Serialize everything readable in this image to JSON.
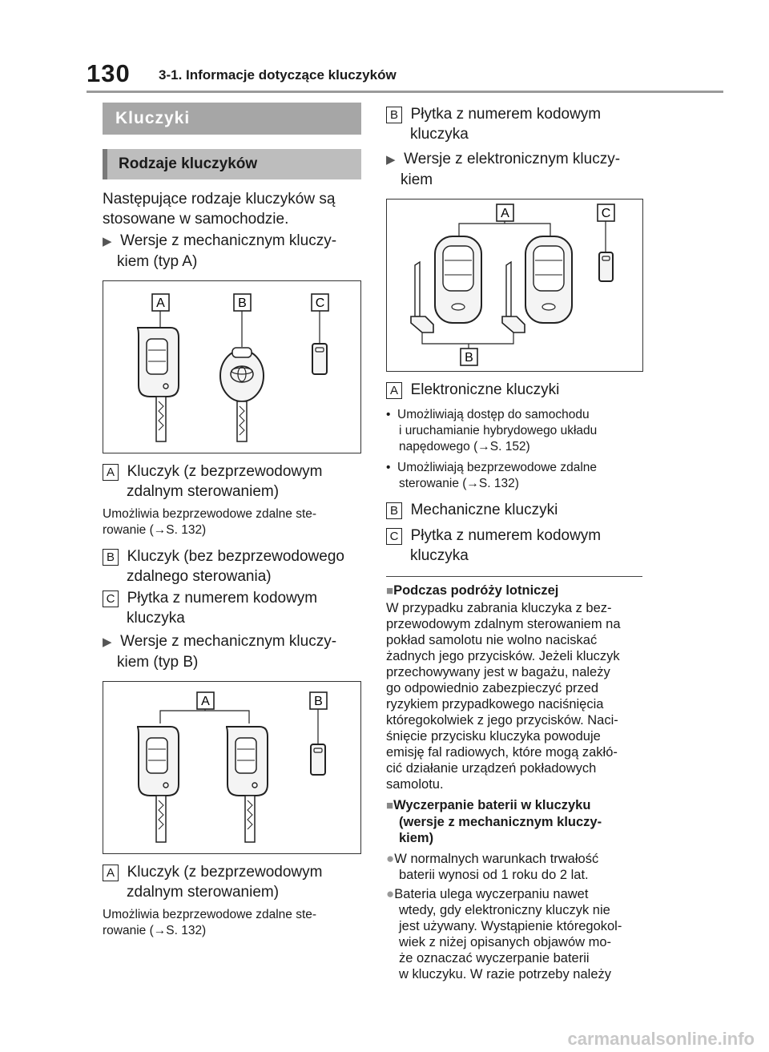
{
  "header": {
    "page_number": "130",
    "chapter": "3-1. Informacje dotyczące kluczyków"
  },
  "left": {
    "section_title": "Kluczyki",
    "subsection_title": "Rodzaje kluczyków",
    "intro": [
      "Następujące rodzaje kluczyków są",
      "stosowane w samochodzie."
    ],
    "typeA_heading": [
      "Wersje z mechanicznym kluczy-",
      "kiem (typ A)"
    ],
    "figA_labels": [
      "A",
      "B",
      "C"
    ],
    "itemA": {
      "badge": "A",
      "text": [
        "Kluczyk (z bezprzewodowym",
        "zdalnym sterowaniem)"
      ]
    },
    "noteA": [
      "Umożliwia bezprzewodowe zdalne ste-",
      "rowanie (→S. 132)"
    ],
    "itemB": {
      "badge": "B",
      "text": [
        "Kluczyk (bez bezprzewodowego",
        "zdalnego sterowania)"
      ]
    },
    "itemC": {
      "badge": "C",
      "text": [
        "Płytka z numerem kodowym",
        "kluczyka"
      ]
    },
    "typeB_heading": [
      "Wersje z mechanicznym kluczy-",
      "kiem (typ B)"
    ],
    "figB_labels": [
      "A",
      "B"
    ],
    "itemA2": {
      "badge": "A",
      "text": [
        "Kluczyk (z bezprzewodowym",
        "zdalnym sterowaniem)"
      ]
    },
    "noteA2": [
      "Umożliwia bezprzewodowe zdalne ste-",
      "rowanie (→S. 132)"
    ]
  },
  "right": {
    "itemB_top": {
      "badge": "B",
      "text": [
        "Płytka z numerem kodowym",
        "kluczyka"
      ]
    },
    "electronic_heading": [
      "Wersje z elektronicznym kluczy-",
      "kiem"
    ],
    "figC_labels": [
      "A",
      "C",
      "B"
    ],
    "itemA": {
      "badge": "A",
      "text": "Elektroniczne kluczyki"
    },
    "bullets": [
      [
        "Umożliwiają dostęp do samochodu",
        "i uruchamianie hybrydowego układu",
        "napędowego (→S. 152)"
      ],
      [
        "Umożliwiają bezprzewodowe zdalne",
        "sterowanie (→S. 132)"
      ]
    ],
    "itemB": {
      "badge": "B",
      "text": "Mechaniczne kluczyki"
    },
    "itemC": {
      "badge": "C",
      "text": [
        "Płytka z numerem kodowym",
        "kluczyka"
      ]
    },
    "air_heading": "Podczas podróży lotniczej",
    "air_text": [
      "W przypadku zabrania kluczyka z bez-",
      "przewodowym zdalnym sterowaniem na",
      "pokład samolotu nie wolno naciskać",
      "żadnych jego przycisków. Jeżeli kluczyk",
      "przechowywany jest w bagażu, należy",
      "go odpowiednio zabezpieczyć przed",
      "ryzykiem przypadkowego naciśnięcia",
      "któregokolwiek z jego przycisków. Naci-",
      "śnięcie przycisku kluczyka powoduje",
      "emisję fal radiowych, które mogą zakłó-",
      "cić działanie urządzeń pokładowych",
      "samolotu."
    ],
    "battery_heading": [
      "Wyczerpanie baterii w kluczyku",
      "(wersje z mechanicznym kluczy-",
      "kiem)"
    ],
    "battery_point1": [
      "W normalnych warunkach trwałość",
      "baterii wynosi od 1 roku do 2 lat."
    ],
    "battery_point2": [
      "Bateria ulega wyczerpaniu nawet",
      "wtedy, gdy elektroniczny kluczyk nie",
      "jest używany. Wystąpienie któregokol-",
      "wiek z niżej opisanych objawów mo-",
      "że oznaczać wyczerpanie baterii",
      "w kluczyku. W razie potrzeby należy"
    ]
  },
  "watermark": "carmanualsonline.info"
}
